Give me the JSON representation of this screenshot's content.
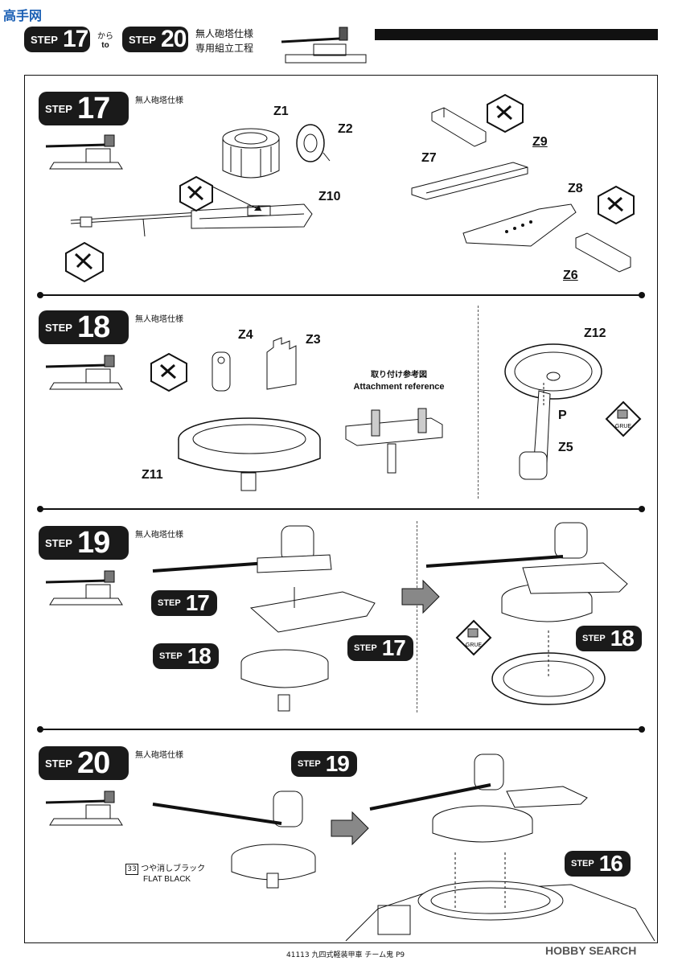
{
  "header": {
    "step_word": "STEP",
    "from_step": "17",
    "kara": "から",
    "to": "to",
    "to_step": "20",
    "title_line1": "無人砲塔仕様",
    "title_line2": "専用組立工程"
  },
  "steps": [
    {
      "word": "STEP",
      "number": "17",
      "subtitle": "無人砲塔仕様",
      "parts": {
        "z1": "Z1",
        "z2": "Z2",
        "z10": "Z10",
        "z7": "Z7",
        "z9": "Z9",
        "z8": "Z8",
        "z6": "Z6"
      }
    },
    {
      "word": "STEP",
      "number": "18",
      "subtitle": "無人砲塔仕様",
      "parts": {
        "z4": "Z4",
        "z3": "Z3",
        "z11": "Z11",
        "z12": "Z12",
        "p": "P",
        "z5": "Z5"
      },
      "reference_jp": "取り付け参考図",
      "reference_en": "Attachment reference"
    },
    {
      "word": "STEP",
      "number": "19",
      "subtitle": "無人砲塔仕様",
      "refs": [
        "17",
        "18",
        "17",
        "18"
      ]
    },
    {
      "word": "STEP",
      "number": "20",
      "subtitle": "無人砲塔仕様",
      "refs": [
        "19",
        "16"
      ],
      "paint_number": "33",
      "paint_jp": "つや消しブラック",
      "paint_en": "FLAT BLACK"
    }
  ],
  "glue_label": "GRUE",
  "footer": {
    "text": "41113 九四式軽装甲車 チーム鬼 P9"
  },
  "watermark": {
    "brand": "HOBBY SEARCH",
    "corner": "高手网"
  }
}
